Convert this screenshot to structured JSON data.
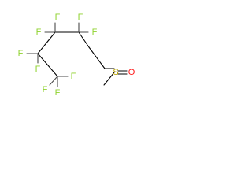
{
  "molecule": {
    "atoms": {
      "fluorine_symbol": "F",
      "sulfur_symbol": "S",
      "oxygen_symbol": "O"
    },
    "colors": {
      "fluorine": "#8fd22f",
      "sulfur": "#b8a200",
      "oxygen": "#ff1a1a",
      "bond": "#000000"
    }
  }
}
